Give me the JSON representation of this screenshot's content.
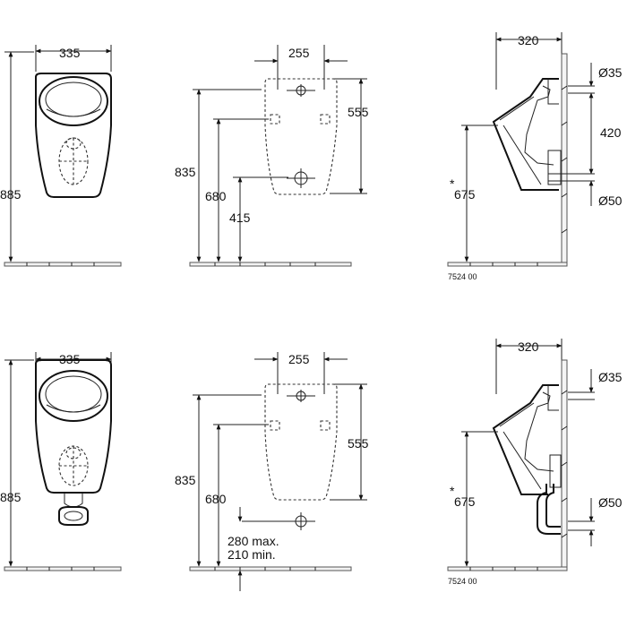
{
  "top": {
    "front": {
      "width": "335",
      "height": "885"
    },
    "rear": {
      "width": "255",
      "total": "835",
      "height_b": "680",
      "height_c": "415",
      "height_d": "555"
    },
    "side": {
      "depth": "320",
      "d_top": "Ø35",
      "spacing": "420",
      "d_bottom": "Ø50",
      "height": "675",
      "mark": "*",
      "code": "7524 00"
    }
  },
  "bottom": {
    "front": {
      "width": "335",
      "height": "885"
    },
    "rear": {
      "width": "255",
      "total": "835",
      "height_b": "680",
      "height_d": "555",
      "max": "280 max.",
      "min": "210 min."
    },
    "side": {
      "depth": "320",
      "d_top": "Ø35",
      "d_bottom": "Ø50",
      "height": "675",
      "mark": "*",
      "code": "7524 00"
    }
  }
}
